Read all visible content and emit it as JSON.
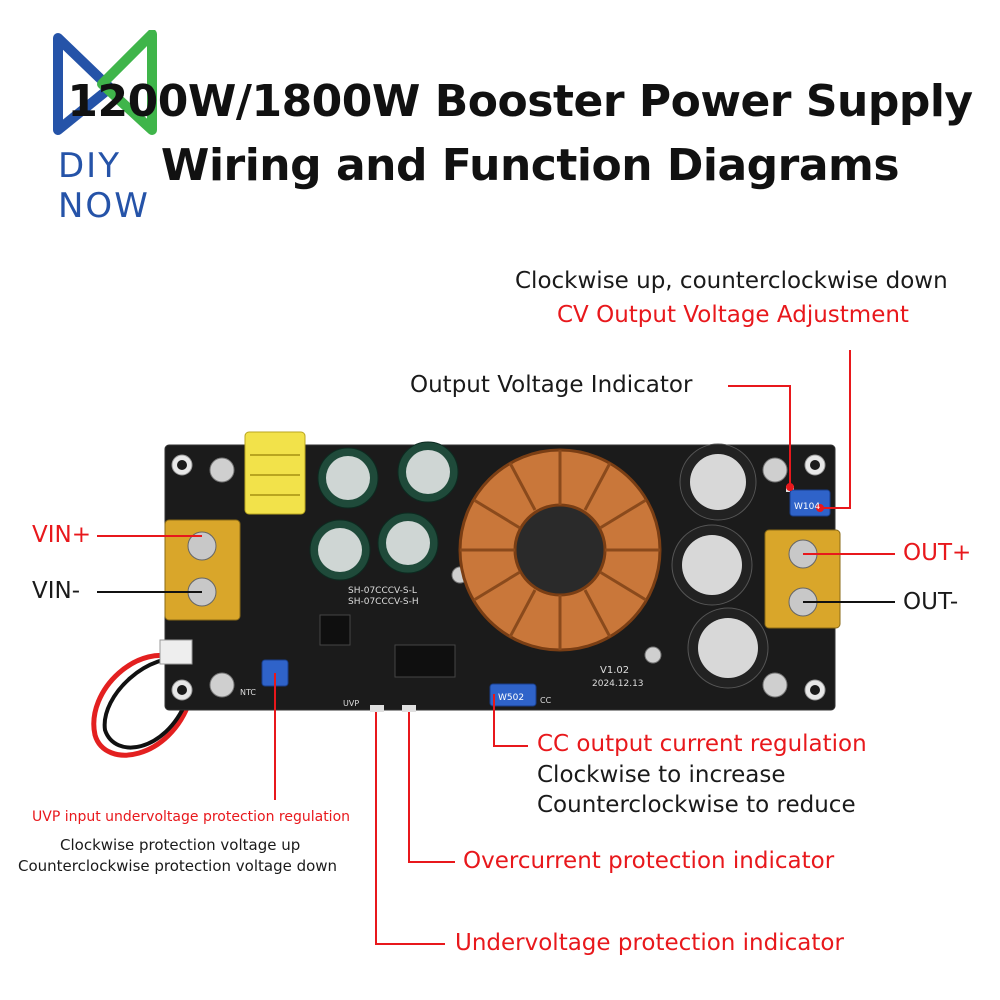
{
  "brand": {
    "name": "DIY NOW",
    "colors": {
      "green": "#3fb54a",
      "blue": "#2553a8",
      "brand_text": "#2553a8"
    }
  },
  "title": {
    "line1": "1200W/1800W Booster Power Supply",
    "line2": "Wiring and Function Diagrams"
  },
  "labels": {
    "cv_note": "Clockwise up, counterclockwise down",
    "cv_adjust": "CV Output Voltage Adjustment",
    "output_indicator": "Output Voltage Indicator",
    "vin_plus": "VIN+",
    "vin_minus": "VIN-",
    "out_plus": "OUT+",
    "out_minus": "OUT-",
    "cc_title": "CC output current regulation",
    "cc_line1": "Clockwise to increase",
    "cc_line2": "Counterclockwise to reduce",
    "uvp_title": "UVP input undervoltage protection regulation",
    "uvp_line1": "Clockwise protection voltage up",
    "uvp_line2": "Counterclockwise protection voltage down",
    "ocp_indicator": "Overcurrent protection indicator",
    "uvp_indicator": "Undervoltage protection indicator"
  },
  "board": {
    "model_l": "SH-07CCCV-S-L",
    "model_h": "SH-07CCCV-S-H",
    "version": "V1.02",
    "date": "2024.12.13",
    "pot_code": "W104",
    "pot_code_cc": "W502",
    "silk_uvp": "UVP",
    "silk_cc": "CC",
    "silk_ntc": "NTC"
  },
  "colors": {
    "callout_red": "#e8181c",
    "text_black": "#1a1a1a",
    "pcb": "#1b1b1b",
    "copper": "#c9773a",
    "terminal": "#d9a62a"
  }
}
